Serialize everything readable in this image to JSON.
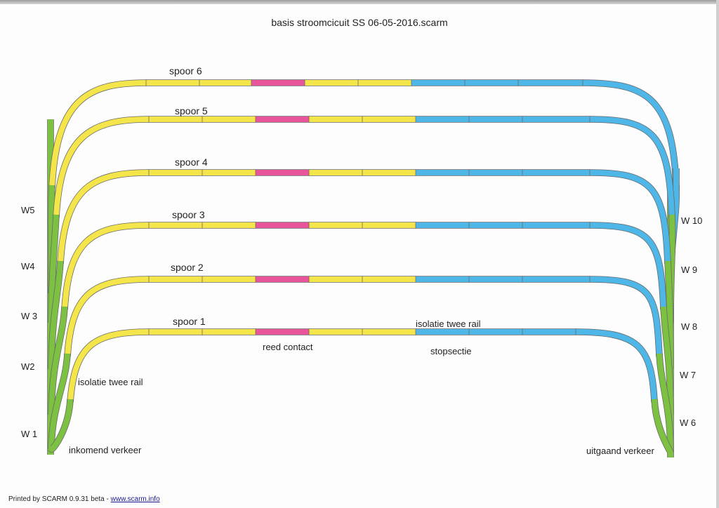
{
  "title": "basis stroomcicuit SS 06-05-2016.scarm",
  "colors": {
    "yellow": "#f4e64a",
    "magenta": "#e8559a",
    "blue": "#4fb6e8",
    "green": "#7dc142",
    "outline": "#6a6a6a"
  },
  "tracks": [
    {
      "label": "spoor 6"
    },
    {
      "label": "spoor 5"
    },
    {
      "label": "spoor 4"
    },
    {
      "label": "spoor 3"
    },
    {
      "label": "spoor 2"
    },
    {
      "label": "spoor 1"
    }
  ],
  "switches_left": [
    "W5",
    "W4",
    "W 3",
    "W2",
    "W 1"
  ],
  "switches_right": [
    "W 10",
    "W 9",
    "W 8",
    "W 7",
    "W 6"
  ],
  "annotations": {
    "reed": "reed contact",
    "isolation_right": "isolatie twee rail",
    "stop": "stopsectie",
    "isolation_left": "isolatie twee rail",
    "incoming": "inkomend verkeer",
    "outgoing": "uitgaand verkeer"
  },
  "footer": {
    "printed": "Printed by SCARM 0.9.31 beta - ",
    "url": "www.scarm.info"
  }
}
